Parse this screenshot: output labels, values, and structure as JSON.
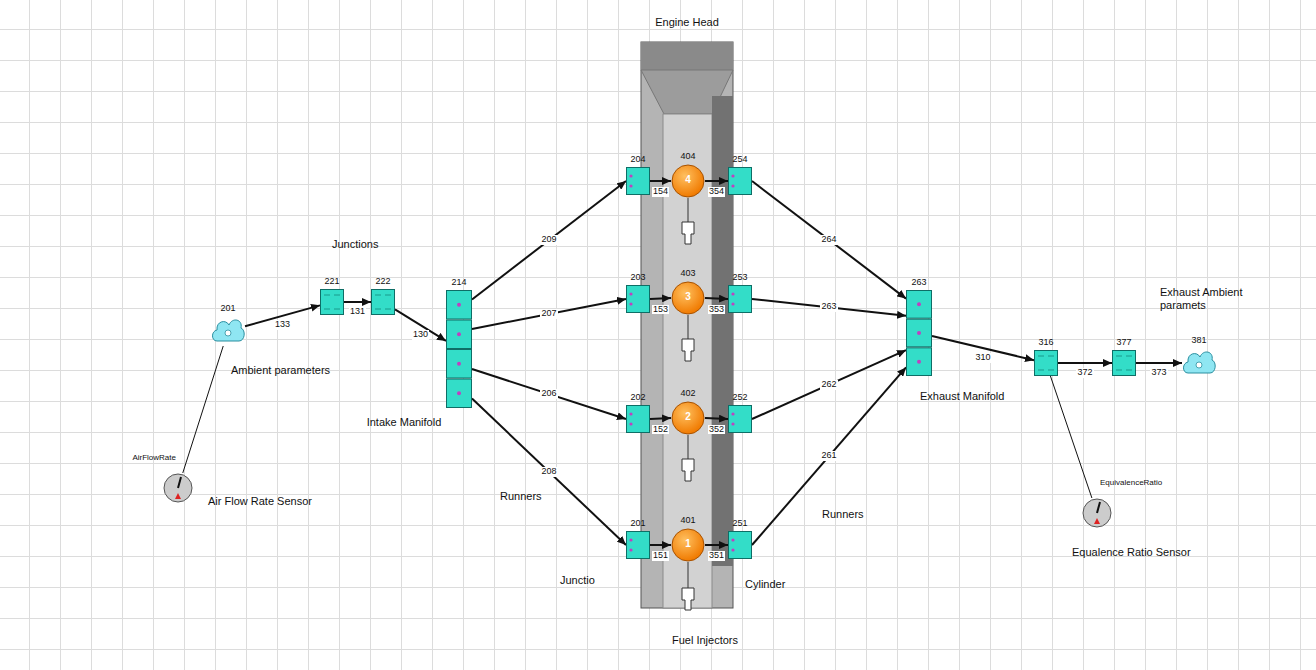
{
  "diagram": {
    "nodes": [
      {
        "text": [
          "AirFlowRate",
          "Air Flow Rate Sensor"
        ]
      },
      {
        "text": [
          "201",
          "Ambient parameters"
        ]
      },
      {
        "text": [
          "221"
        ]
      },
      {
        "text": [
          "222"
        ]
      },
      {
        "text": [
          "214",
          "Intake Manifold"
        ]
      },
      {
        "text": [
          "Engine Head"
        ]
      },
      {
        "text": [
          "204"
        ]
      },
      {
        "text": [
          "203"
        ]
      },
      {
        "text": [
          "202"
        ]
      },
      {
        "text": [
          "201"
        ]
      },
      {
        "text": [
          "404",
          "4"
        ],
        "in": 5
      },
      {
        "text": [
          "403",
          "3"
        ],
        "in": 5
      },
      {
        "text": [
          "402",
          "2"
        ],
        "in": 5
      },
      {
        "text": [
          "401",
          "1"
        ],
        "in": 5
      },
      {
        "text": [
          "254"
        ]
      },
      {
        "text": [
          "253"
        ]
      },
      {
        "text": [
          "252"
        ]
      },
      {
        "text": [
          "251"
        ]
      },
      {
        "text": [
          "263",
          "Exhaust Manifold"
        ]
      },
      {
        "text": [
          "316"
        ]
      },
      {
        "text": [
          "377"
        ]
      },
      {
        "text": [
          "381",
          "Exhaust Ambient paramets"
        ]
      },
      {
        "text": [
          "EquivalenceRatio",
          "Equalence Ratio Sensor"
        ]
      }
    ],
    "edges": [
      {
        "from": 0,
        "to": 1,
        "arrow": "none"
      },
      {
        "from": 1,
        "to": 2,
        "label": "133",
        "arrow": "to"
      },
      {
        "from": 2,
        "to": 3,
        "label": "131",
        "arrow": "to"
      },
      {
        "from": 3,
        "to": 4,
        "label": "130",
        "arrow": "to"
      },
      {
        "from": 4,
        "to": 6,
        "label": "209",
        "arrow": "to"
      },
      {
        "from": 4,
        "to": 7,
        "label": "207",
        "arrow": "to"
      },
      {
        "from": 4,
        "to": 8,
        "label": "206",
        "arrow": "to"
      },
      {
        "from": 4,
        "to": 9,
        "label": "208",
        "arrow": "to"
      },
      {
        "from": 6,
        "to": 10,
        "label": "154",
        "arrow": "to"
      },
      {
        "from": 7,
        "to": 11,
        "label": "153",
        "arrow": "to"
      },
      {
        "from": 8,
        "to": 12,
        "label": "152",
        "arrow": "to"
      },
      {
        "from": 9,
        "to": 13,
        "label": "151",
        "arrow": "to"
      },
      {
        "from": 10,
        "to": 14,
        "label": "354",
        "arrow": "to"
      },
      {
        "from": 11,
        "to": 15,
        "label": "353",
        "arrow": "to"
      },
      {
        "from": 12,
        "to": 16,
        "label": "352",
        "arrow": "to"
      },
      {
        "from": 13,
        "to": 17,
        "label": "351",
        "arrow": "to"
      },
      {
        "from": 14,
        "to": 18,
        "label": "264",
        "arrow": "to"
      },
      {
        "from": 15,
        "to": 18,
        "label": "263",
        "arrow": "to"
      },
      {
        "from": 16,
        "to": 18,
        "label": "262",
        "arrow": "to"
      },
      {
        "from": 17,
        "to": 18,
        "label": "261",
        "arrow": "to"
      },
      {
        "from": 18,
        "to": 19,
        "label": "310",
        "arrow": "to"
      },
      {
        "from": 19,
        "to": 20,
        "label": "372",
        "arrow": "to"
      },
      {
        "from": 20,
        "to": 21,
        "label": "373",
        "arrow": "to"
      },
      {
        "from": 19,
        "to": 22,
        "arrow": "none"
      }
    ],
    "labels": [
      "Junctions",
      "Runners",
      "Junctio",
      "Cylinder",
      "Fuel Injectors",
      "Runners"
    ]
  }
}
